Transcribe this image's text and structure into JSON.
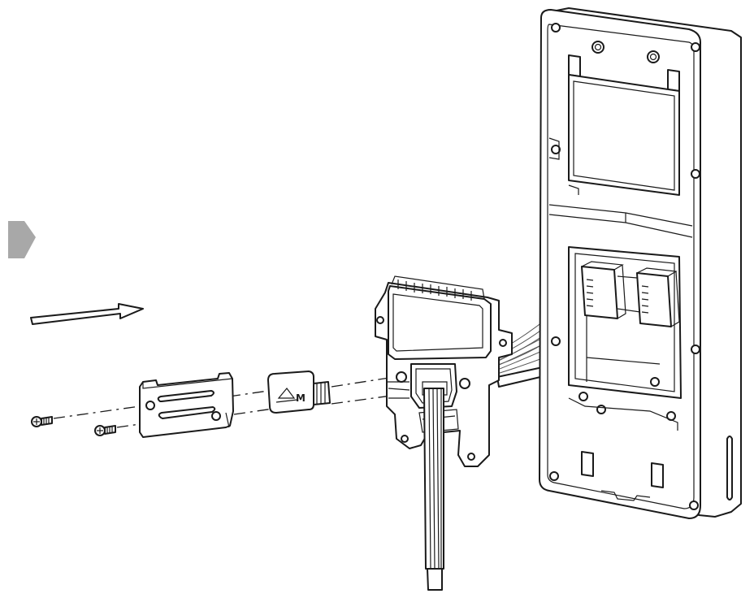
{
  "diagram": {
    "step_marker_color": "#a8a8a8",
    "line_color": "#1a1a1a",
    "cover_label": "M",
    "parts": [
      "step-marker-arrow",
      "direction-arrow",
      "screw",
      "screw",
      "cable-clamp",
      "cable-cover",
      "junction-box",
      "device-rear-panel"
    ]
  }
}
